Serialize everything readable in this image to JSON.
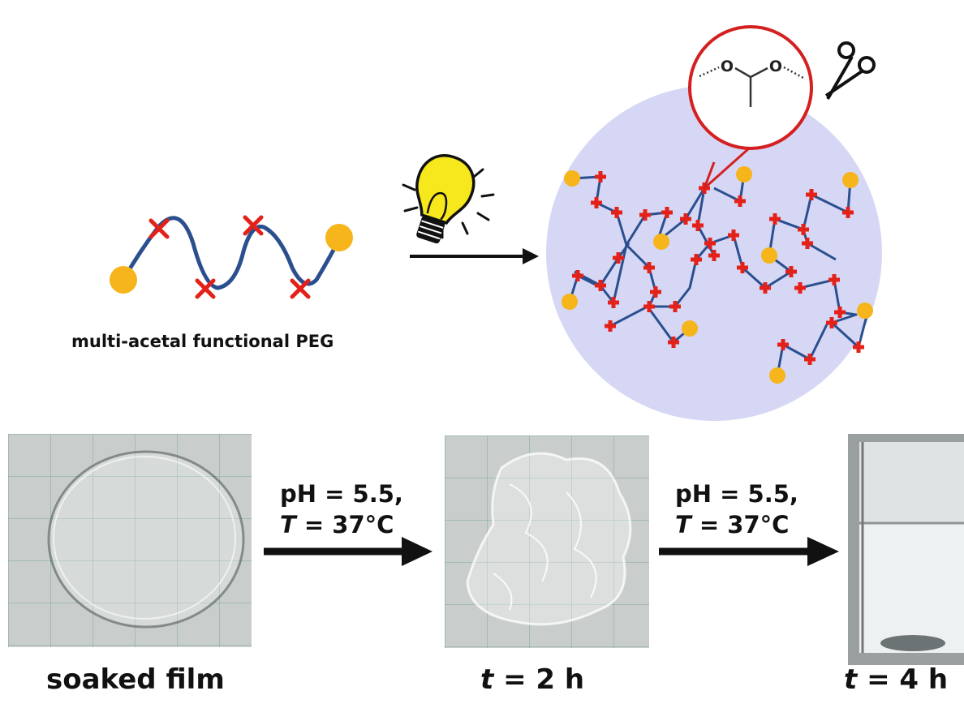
{
  "peg_label": "multi-acetal functional PEG",
  "conditions": [
    {
      "line1": "pH = 5.5,",
      "t_symbol": "T",
      "t_rest": " = 37°C"
    },
    {
      "line1": "pH = 5.5,",
      "t_symbol": "T",
      "t_rest": " = 37°C"
    }
  ],
  "captions": [
    {
      "prefix": "",
      "text": "soaked film"
    },
    {
      "prefix": "t",
      "text": " = 2 h"
    },
    {
      "prefix": "t",
      "text": " = 4 h"
    }
  ],
  "chain_markers": [
    "O",
    "O"
  ],
  "colors": {
    "chain": "#2b4f8e",
    "crosslink": "#e32119",
    "endgroup": "#f5b51b",
    "network_bg": "#d6d7f5",
    "magnifier": "#d42020",
    "bulb": "#f7e71d"
  },
  "icons": [
    "light-bulb-icon",
    "scissors-icon",
    "arrow-right-icon"
  ]
}
